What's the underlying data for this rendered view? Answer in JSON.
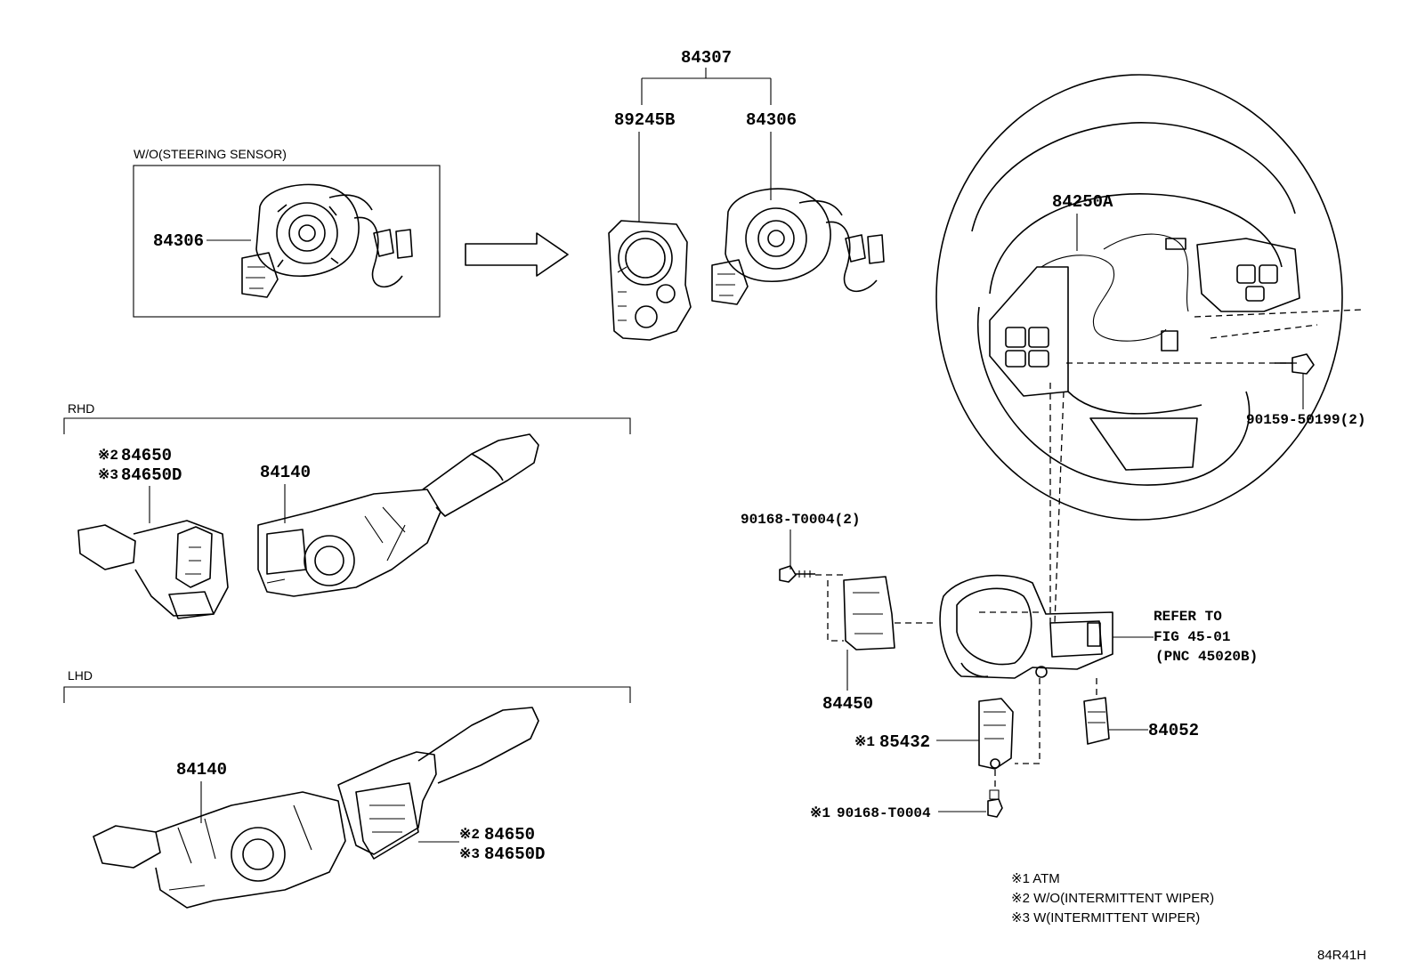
{
  "sections": {
    "wo_steering_sensor": "W/O(STEERING SENSOR)",
    "rhd": "RHD",
    "lhd": "LHD"
  },
  "labels": {
    "p84307": "84307",
    "p89245B": "89245B",
    "p84306_top": "84306",
    "p84306_box": "84306",
    "p84250A": "84250A",
    "p90159": "90159-50199(2)",
    "rhd_mark2": "※2",
    "rhd_84650": "84650",
    "rhd_mark3": "※3",
    "rhd_84650D": "84650D",
    "rhd_84140": "84140",
    "lhd_84140": "84140",
    "lhd_mark2": "※2",
    "lhd_84650": "84650",
    "lhd_mark3": "※3",
    "lhd_84650D": "84650D",
    "p90168_2": "90168-T0004(2)",
    "p84450": "84450",
    "p85432_mark": "※1",
    "p85432": "85432",
    "p84052": "84052",
    "p90168_mark": "※1",
    "p90168": "90168-T0004",
    "refer_line1": "REFER TO",
    "refer_line2": "FIG 45-01",
    "refer_line3": "(PNC 45020B)"
  },
  "notes": [
    "※1 ATM",
    "※2 W/O(INTERMITTENT WIPER)",
    "※3 W(INTERMITTENT WIPER)"
  ],
  "figure_code": "84R41H",
  "icons": [
    "clock-spring-icon",
    "steering-wheel-icon",
    "combination-switch-icon",
    "bolt-icon",
    "arrow-right-icon"
  ]
}
